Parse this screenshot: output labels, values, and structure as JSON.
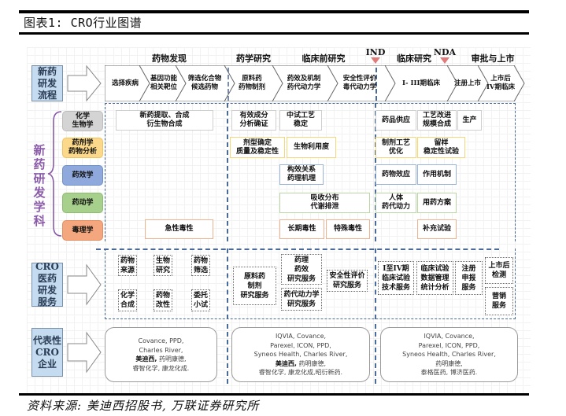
{
  "header": {
    "title": "图表1: CRO行业图谱"
  },
  "footer": {
    "source": "资料来源: 美迪西招股书, 万联证券研究所"
  },
  "phases": [
    {
      "label": "药物发现"
    },
    {
      "label": "药学研究"
    },
    {
      "label": "临床前研究"
    },
    {
      "label": "临床研究"
    },
    {
      "label": "审批与上市"
    }
  ],
  "milestones": [
    {
      "label": "IND",
      "color": "#e07b7b"
    },
    {
      "label": "NDA",
      "color": "#e07b7b"
    }
  ],
  "rows": {
    "flow": {
      "label": "新药\n研发\n流程"
    },
    "cro": {
      "label": "CRO\n医药\n研发\n服务"
    },
    "companies": {
      "label": "代表性\nCRO\n企业"
    }
  },
  "flow_steps": [
    "选择疾病",
    "基因功能\n相关靶位",
    "筛选化合物\n候选药物",
    "原料药\n药物制剂",
    "药效及机制\n药代动力学",
    "安全性评价\n毒代动力学",
    "I- III期临床",
    "注册上市",
    "上市后\nIV期临床"
  ],
  "discipline_group": {
    "label": "新\n药\n研\n发\n学\n科",
    "color": "#8a5aa8"
  },
  "disciplines": [
    {
      "label": "化学\n生物学",
      "color": "#cfcfcf"
    },
    {
      "label": "药剂学\n药物分析",
      "color": "#fcd98a"
    },
    {
      "label": "药效学",
      "color": "#8fa9dc"
    },
    {
      "label": "药动学",
      "color": "#a8d08d"
    },
    {
      "label": "毒理学",
      "color": "#f4a77e"
    }
  ],
  "discipline_boxes": {
    "discovery": {
      "chem": "新药提取、合成\n衍生物合成",
      "tox": "急性毒性"
    },
    "preclinical": {
      "chem": [
        "有效成分\n分析确证",
        "中试工艺\n稳定"
      ],
      "pharm": [
        "剂型确定\n质量及稳定性",
        "生物利用度"
      ],
      "pd": [
        "构效关系\n药理机理"
      ],
      "pk": [
        "吸收分布\n代谢排泄"
      ],
      "tox": [
        "长期毒性",
        "特殊毒性"
      ]
    },
    "clinical": {
      "chem": [
        "药品供应",
        "工艺改进\n规模合成",
        "生产"
      ],
      "pharm": [
        "制剂工艺\n优化",
        "留样\n稳定性试验"
      ],
      "pd": [
        "药物效应",
        "作用机制"
      ],
      "pk": [
        "人体\n药代动力",
        "用药方案"
      ],
      "tox": [
        "补充试验"
      ]
    }
  },
  "cro_services": {
    "discovery": [
      "药物\n来源",
      "生物\n研究",
      "药物\n筛选",
      "化学\n合成",
      "药物\n改性",
      "委托\n小试"
    ],
    "preclinical": [
      "原料药\n制剂\n研究服务",
      "药理\n药效\n研究服务",
      "药代动力学\n研究服务",
      "安全性评价\n研究服务"
    ],
    "clinical": [
      "I至IV期\n临床试验\n技术服务",
      "临床试验\n数据管理\n统计分析",
      "注册\n申报\n服务",
      "上市后\n检测",
      "营销\n服务"
    ]
  },
  "companies": {
    "discovery": {
      "lines": [
        "Covance, PPD,",
        "Charles River,"
      ],
      "bold": "美迪西,",
      "rest": " 药明康德,",
      "last": "睿智化学, 康龙化成."
    },
    "preclinical": {
      "lines": [
        "IQVIA, Covance,",
        "Parexel, ICON, PPD,",
        "Syneos Health, Charles River,"
      ],
      "bold": "美迪西,",
      "rest": " 药明康德,",
      "last": "睿智化学, 康龙化成,昭衍新药."
    },
    "clinical": {
      "lines": [
        "IQVIA, Covance,",
        "Parexel, ICON, PPD,",
        "Syneos Health, Charles River,",
        "药明康德,"
      ],
      "last": "泰格医药, 博济医药."
    }
  }
}
